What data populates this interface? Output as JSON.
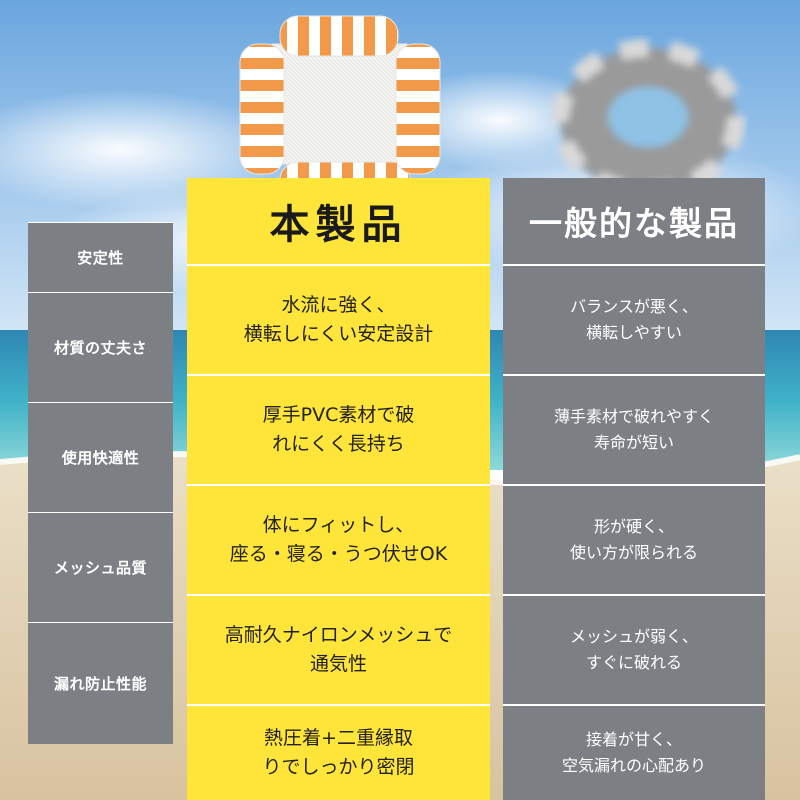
{
  "headers": {
    "ours": "本製品",
    "theirs": "一般的な製品"
  },
  "rows": [
    {
      "label": "安定性",
      "ours": "",
      "theirs": ""
    },
    {
      "label": "材質の丈夫さ",
      "ours": "水流に強く、\n横転しにくい安定設計",
      "theirs": "バランスが悪く、\n横転しやすい"
    },
    {
      "label": "使用快適性",
      "ours": "厚手PVC素材で破\nれにくく長持ち",
      "theirs": "薄手素材で破れやすく\n寿命が短い"
    },
    {
      "label": "メッシュ品質",
      "ours": "体にフィットし、\n座る・寝る・うつ伏せOK",
      "theirs": "形が硬く、\n使い方が限られる"
    },
    {
      "label": "漏れ防止性能",
      "ours": "高耐久ナイロンメッシュで\n通気性",
      "theirs": "メッシュが弱く、\nすぐに破れる"
    },
    {
      "label": "",
      "ours": "熱圧着+二重縁取\nりでしっかり密閉",
      "theirs": "接着が甘く、\n空気漏れの心配あり"
    }
  ],
  "colors": {
    "yellow": "#ffe43a",
    "gray": "#7c7f83",
    "float_orange": "#f39a4a"
  }
}
